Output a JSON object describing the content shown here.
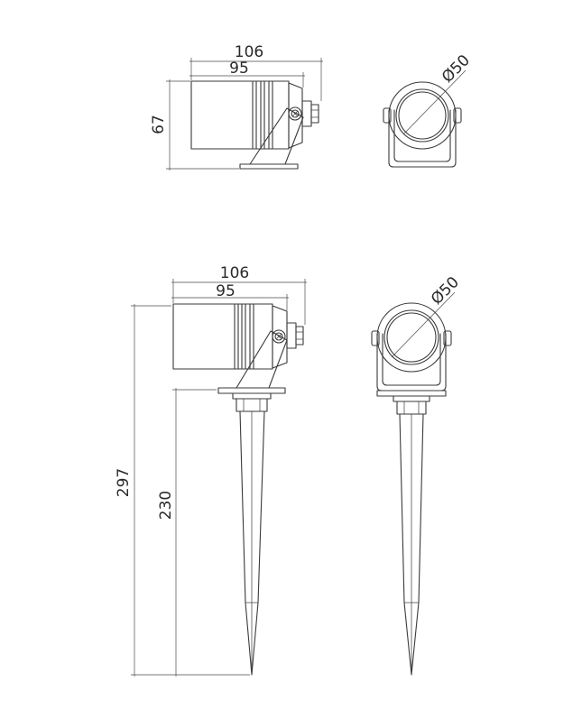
{
  "title": "",
  "colors": {
    "line": "#3a3a3a",
    "background": "#ffffff"
  },
  "views": {
    "top_side": {
      "width_total": "106",
      "width_body": "95",
      "height": "67"
    },
    "top_front": {
      "diameter": "Ø50"
    },
    "spike_side": {
      "width_total": "106",
      "width_body": "95",
      "height_total": "297",
      "height_spike": "230"
    },
    "spike_front": {
      "diameter": "Ø50"
    }
  }
}
